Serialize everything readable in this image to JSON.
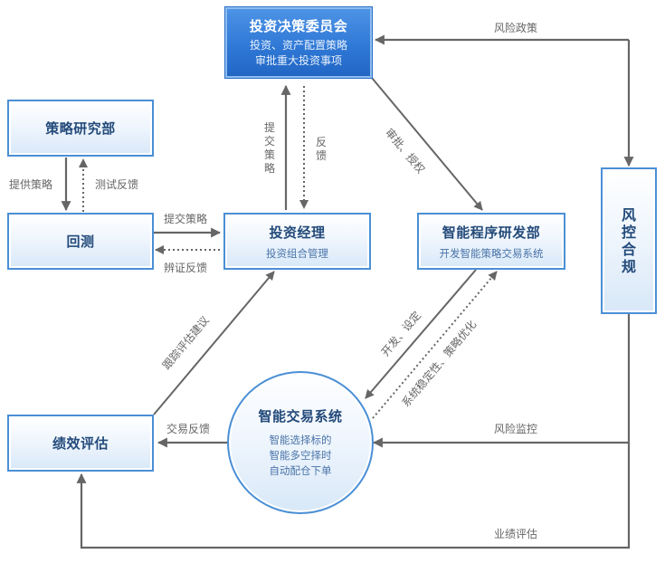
{
  "nodes": {
    "committee": {
      "title": "投资决策委员会",
      "lines": [
        "投资、资产配置策略",
        "审批重大投资事项"
      ]
    },
    "strategy_research": {
      "title": "策略研究部"
    },
    "backtest": {
      "title": "回测"
    },
    "portfolio_manager": {
      "title": "投资经理",
      "subtitle": "投资组合管理"
    },
    "smart_dev": {
      "title": "智能程序研发部",
      "subtitle": "开发智能策略交易系统"
    },
    "risk_compliance": {
      "title": "风控合规"
    },
    "performance_eval": {
      "title": "绩效评估"
    },
    "trading_system": {
      "title": "智能交易系统",
      "lines": [
        "智能选择标的",
        "智能多空择时",
        "自动配仓下单"
      ]
    }
  },
  "edges": {
    "provide_strategy": "提供策略",
    "test_feedback": "测试反馈",
    "submit_strategy_h": "提交策略",
    "verify_feedback": "辨证反馈",
    "submit_strategy_v": "提交策略",
    "feedback": "反馈",
    "approve_authorize": "审批、授权",
    "risk_policy": "风险政策",
    "track_evaluate": "跟踪评估建议",
    "develop_set": "开发、设定",
    "stability_optimize": "系统稳定性、策略优化",
    "trade_feedback": "交易反馈",
    "risk_monitor": "风险监控",
    "performance_review": "业绩评估"
  },
  "colors": {
    "arrow": "#666666",
    "node_border": "#4a8fd6",
    "node_text": "#234a7a",
    "primary_fill": "#3079d6"
  }
}
